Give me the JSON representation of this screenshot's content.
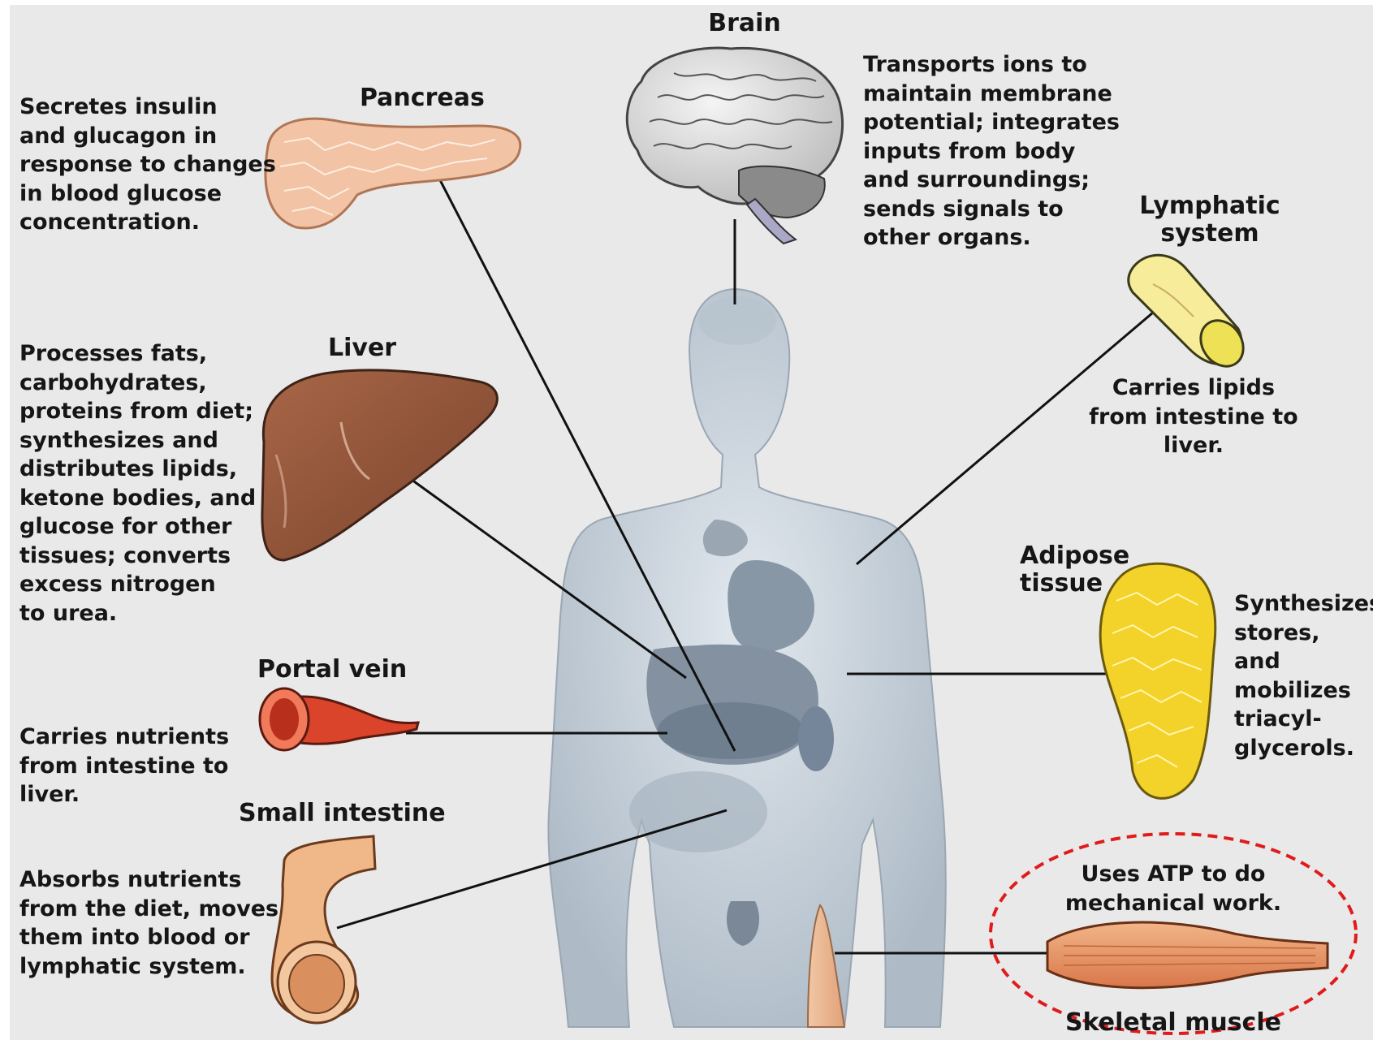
{
  "diagram": {
    "organs": {
      "brain": {
        "label": "Brain",
        "description": "Transports ions to\nmaintain membrane\npotential; integrates\ninputs from body\nand surroundings;\nsends signals to\nother organs."
      },
      "pancreas": {
        "label": "Pancreas",
        "description": "Secretes insulin\nand glucagon in\nresponse to changes\nin blood glucose\nconcentration."
      },
      "liver": {
        "label": "Liver",
        "description": "Processes fats,\ncarbohydrates,\nproteins from diet;\nsynthesizes and\ndistributes lipids,\nketone bodies, and\nglucose for other\ntissues; converts\nexcess nitrogen\nto urea."
      },
      "lymphatic_system": {
        "label": "Lymphatic\nsystem",
        "description": "Carries lipids\nfrom intestine to liver."
      },
      "adipose_tissue": {
        "label": "Adipose\ntissue",
        "description": "Synthesizes,\nstores, and\nmobilizes\ntriacyl-\nglycerols."
      },
      "portal_vein": {
        "label": "Portal vein",
        "description": "Carries nutrients\nfrom intestine to liver."
      },
      "small_intestine": {
        "label": "Small intestine",
        "description": "Absorbs nutrients\nfrom the diet, moves\nthem into blood or\nlymphatic system."
      },
      "skeletal_muscle": {
        "label": "Skeletal muscle",
        "description": "Uses ATP to do\nmechanical work."
      }
    },
    "colors": {
      "background": "#e9e9e9",
      "leader_line": "#111111",
      "highlight_ellipse": "#e11b1b",
      "body": "#c9d3dc",
      "liver": "#8e5238",
      "pancreas": "#f2c3a5",
      "adipose": "#f3d22a",
      "muscle": "#e59866",
      "portal_vein": "#d9442a",
      "small_intestine": "#f0b888",
      "lymphatic": "#f6ec9a",
      "brain": "#d9d9d9"
    }
  }
}
